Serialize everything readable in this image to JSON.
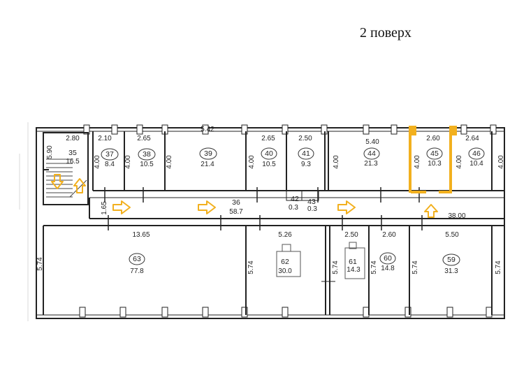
{
  "title": "2 поверх",
  "colors": {
    "arrow": "#f2b01e",
    "wall": "#222222",
    "paper": "#ffffff",
    "highlight": "#f2b01e"
  },
  "rooms": [
    {
      "num": "35",
      "area": "16.5",
      "width": "2.80",
      "height": "5.90"
    },
    {
      "num": "37",
      "area": "8.4",
      "width": "2.10",
      "height": "4.00"
    },
    {
      "num": "38",
      "area": "10.5",
      "width": "2.65",
      "height": "4.00"
    },
    {
      "num": "39",
      "area": "21.4",
      "width": "5.42",
      "height": "4.00"
    },
    {
      "num": "40",
      "area": "10.5",
      "width": "2.65",
      "height": "4.00"
    },
    {
      "num": "41",
      "area": "9.3",
      "width": "2.50",
      "height": ""
    },
    {
      "num": "44",
      "area": "21.3",
      "width": "5.40",
      "height": "4.00"
    },
    {
      "num": "45",
      "area": "10.3",
      "width": "2.60",
      "height": "4.00"
    },
    {
      "num": "46",
      "area": "10.4",
      "width": "2.64",
      "height": "4.00"
    },
    {
      "num": "36",
      "area": "58.7",
      "width": "",
      "height": "1.65"
    },
    {
      "num": "42",
      "area": "0.3",
      "width": "",
      "height": ""
    },
    {
      "num": "43",
      "area": "0.3",
      "width": "",
      "height": ""
    },
    {
      "num": "63",
      "area": "77.8",
      "width": "13.65",
      "height": "5.74"
    },
    {
      "num": "62",
      "area": "30.0",
      "width": "5.26",
      "height": "5.74"
    },
    {
      "num": "61",
      "area": "14.3",
      "width": "2.50",
      "height": "5.74"
    },
    {
      "num": "60",
      "area": "14.8",
      "width": "2.60",
      "height": "5.74"
    },
    {
      "num": "59",
      "area": "31.3",
      "width": "5.50",
      "height": "5.74"
    }
  ],
  "corridor_length": "38.00",
  "extra_heights": [
    "4.00",
    "5.74"
  ]
}
